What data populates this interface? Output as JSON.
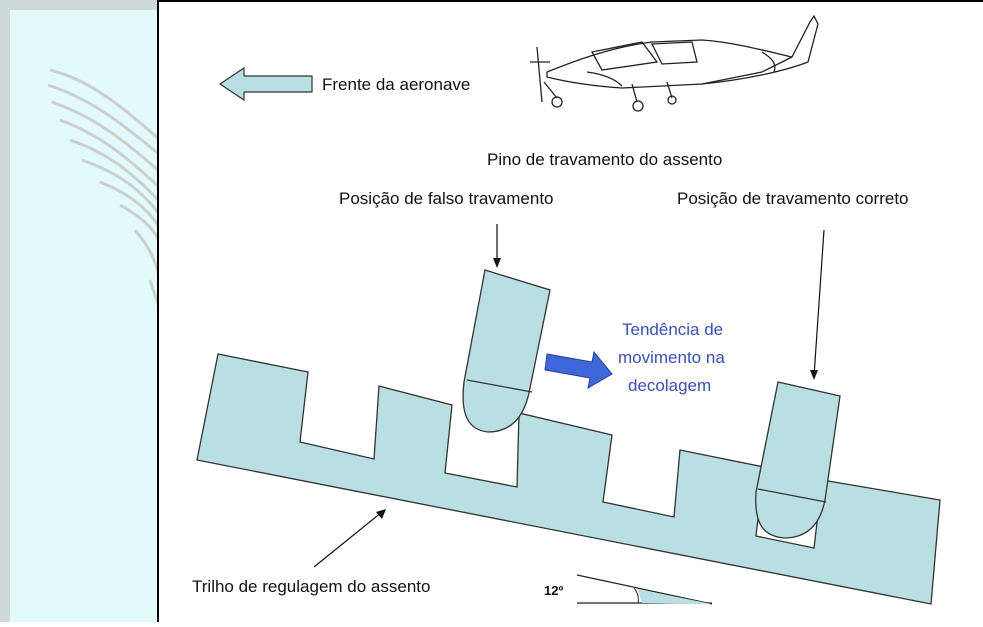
{
  "labels": {
    "aircraft_front": "Frente da aeronave",
    "seat_pin": "Pino de travamento do assento",
    "false_lock": "Posição de falso travamento",
    "correct_lock": "Posição de travamento correto",
    "takeoff_tendency": [
      "Tendência de",
      "movimento na",
      "decolagem"
    ],
    "seat_rail": "Trilho de regulagem do assento",
    "angle": "12º"
  },
  "colors": {
    "fill": "#b9dfe2",
    "blue_arrow": "#3f67d9",
    "blue_text": "#3b4fb8",
    "page_bg": "#e2fafb"
  },
  "icons": [
    "airplane-icon",
    "left-arrow-icon",
    "right-arrow-icon",
    "wing-watermark-icon"
  ]
}
